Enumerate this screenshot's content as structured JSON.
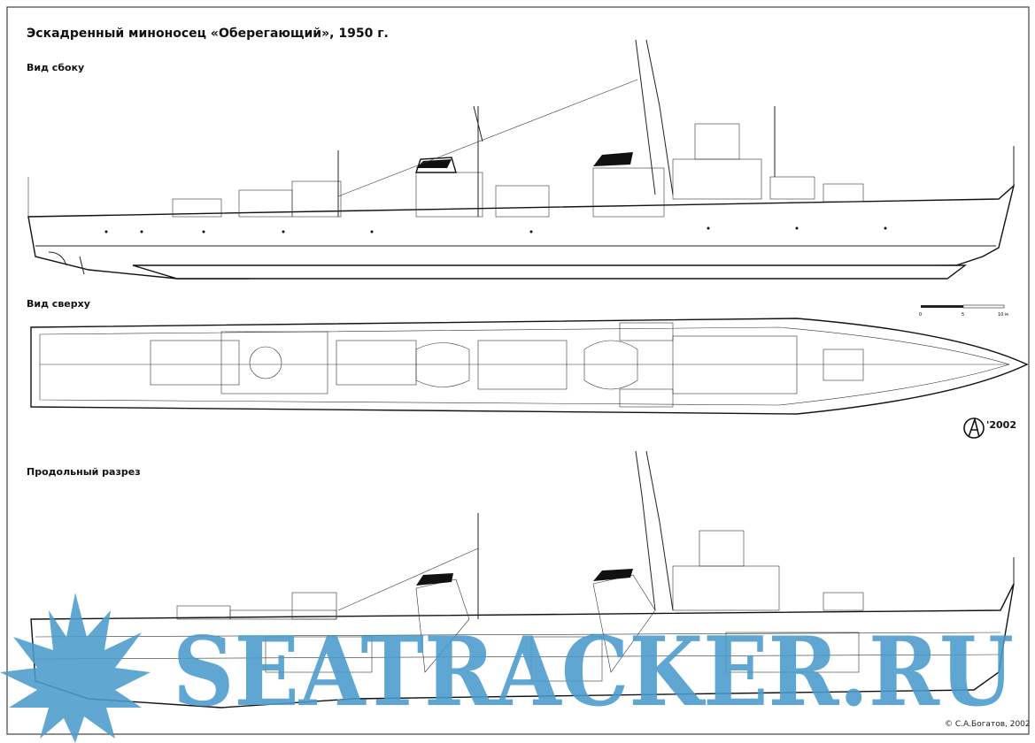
{
  "title": "Эскадренный миноносец «Оберегающий», 1950 г.",
  "views": {
    "side": "Вид сбоку",
    "top": "Вид сверху",
    "section": "Продольный разрез"
  },
  "scale_bar": {
    "ticks": [
      "0",
      "5",
      "10 м"
    ]
  },
  "monogram": {
    "letters": "АБ",
    "year": "'2002"
  },
  "copyright": "© С.А.Богатов, 2002",
  "watermark": {
    "text": "SEATRACKER.RU",
    "color": "#4a9ccc"
  }
}
